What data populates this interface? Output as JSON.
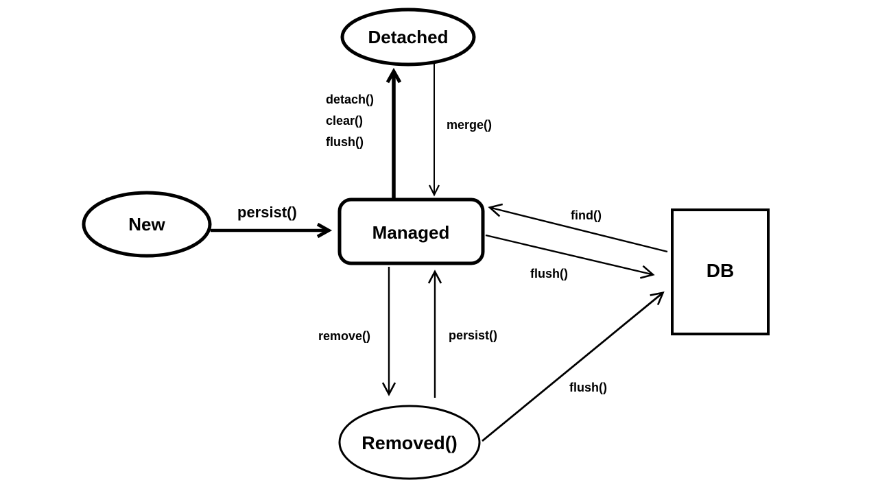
{
  "diagram": {
    "background_color": "#ffffff",
    "stroke_color": "#000000",
    "text_color": "#000000",
    "nodes": {
      "detached": {
        "label": "Detached",
        "shape": "ellipse"
      },
      "new": {
        "label": "New",
        "shape": "ellipse"
      },
      "managed": {
        "label": "Managed",
        "shape": "rounded-rect"
      },
      "db": {
        "label": "DB",
        "shape": "rect"
      },
      "removed": {
        "label": "Removed()",
        "shape": "ellipse"
      }
    },
    "edges": {
      "new_to_managed": {
        "from": "new",
        "to": "managed",
        "label": "persist()"
      },
      "managed_to_detached": {
        "from": "managed",
        "to": "detached",
        "label_line1": "detach()",
        "label_line2": "clear()",
        "label_line3": "flush()"
      },
      "detached_to_managed": {
        "from": "detached",
        "to": "managed",
        "label": "merge()"
      },
      "db_to_managed": {
        "from": "db",
        "to": "managed",
        "label": "find()"
      },
      "managed_to_db": {
        "from": "managed",
        "to": "db",
        "label": "flush()"
      },
      "managed_to_removed": {
        "from": "managed",
        "to": "removed",
        "label": "remove()"
      },
      "removed_to_managed": {
        "from": "removed",
        "to": "managed",
        "label": "persist()"
      },
      "removed_to_db": {
        "from": "removed",
        "to": "db",
        "label": "flush()"
      }
    }
  }
}
